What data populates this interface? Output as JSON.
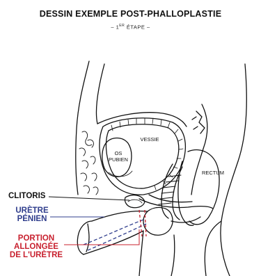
{
  "header": {
    "title": "DESSIN EXEMPLE POST-PHALLOPLASTIE",
    "subtitle_prefix": "– 1",
    "subtitle_sup": "ER",
    "subtitle_suffix": " ÉTAPE –"
  },
  "anatomy_labels": {
    "vessie": "VESSIE",
    "os_pubien_1": "OS",
    "os_pubien_2": "PUBIEN",
    "rectum": "RECTUM"
  },
  "callouts": [
    {
      "line1": "CLITORIS",
      "line2": "",
      "line3": "",
      "color": "#111111"
    },
    {
      "line1": "URÈTRE",
      "line2": "PÉNIEN",
      "line3": "",
      "color": "#2f3d8c"
    },
    {
      "line1": "PORTION",
      "line2": "ALLONGÉE",
      "line3": "DE L'URÈTRE",
      "color": "#c8202e"
    }
  ]
}
